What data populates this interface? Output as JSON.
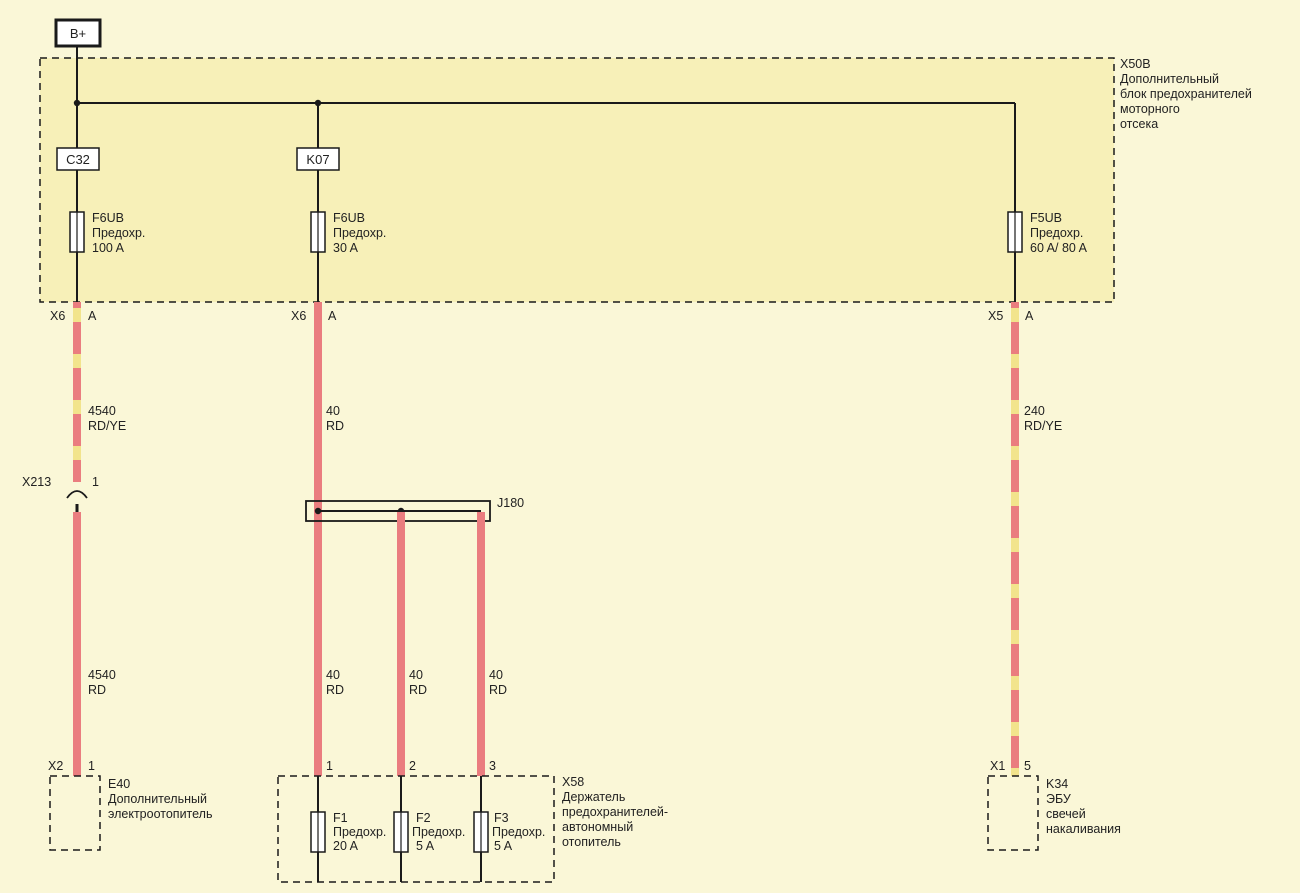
{
  "power": {
    "label": "B+"
  },
  "colors": {
    "background": "#faf7d7",
    "block_fill": "#f7f0b8",
    "wire_red": "#ea7d7f",
    "wire_yellow": "#f2e48c",
    "line": "#1a1a1a"
  },
  "fuse_block": {
    "id": "X50B",
    "desc": [
      "Дополнительный",
      "блок предохранителей",
      "моторного",
      "отсека"
    ]
  },
  "branch_c32": {
    "connector": "C32",
    "fuse_code": "F6UB",
    "fuse_name": "Предохр.",
    "fuse_rating": "100 A",
    "term_conn": "X6",
    "term_pin": "A",
    "wire_upper_num": "4540",
    "wire_upper_color": "RD/YE",
    "splice_conn": "X213",
    "splice_pin": "1",
    "wire_lower_num": "4540",
    "wire_lower_color": "RD",
    "load_conn": "X2",
    "load_pin": "1",
    "load_id": "E40",
    "load_desc": [
      "Дополнительный",
      "электроотопитель"
    ]
  },
  "branch_k07": {
    "connector": "K07",
    "fuse_code": "F6UB",
    "fuse_name": "Предохр.",
    "fuse_rating": "30 A",
    "term_conn": "X6",
    "term_pin": "A",
    "wire_num": "40",
    "wire_color": "RD",
    "splice_id": "J180",
    "sub_wires": [
      {
        "num": "40",
        "color": "RD",
        "pin": "1"
      },
      {
        "num": "40",
        "color": "RD",
        "pin": "2"
      },
      {
        "num": "40",
        "color": "RD",
        "pin": "3"
      }
    ]
  },
  "holder": {
    "id": "X58",
    "desc": [
      "Держатель",
      "предохранителей-",
      "автономный",
      "отопитель"
    ],
    "fuses": [
      {
        "code": "F1",
        "name": "Предохр.",
        "rating": "20 A"
      },
      {
        "code": "F2",
        "name": "Предохр.",
        "rating": "5 A"
      },
      {
        "code": "F3",
        "name": "Предохр.",
        "rating": "5 A"
      }
    ]
  },
  "branch_f5ub": {
    "fuse_code": "F5UB",
    "fuse_name": "Предохр.",
    "fuse_rating": "60 A/ 80 A",
    "term_conn": "X5",
    "term_pin": "A",
    "wire_num": "240",
    "wire_color": "RD/YE",
    "load_conn": "X1",
    "load_pin": "5",
    "load_id": "K34",
    "load_desc": [
      "ЭБУ",
      "свечей",
      "накаливания"
    ]
  }
}
